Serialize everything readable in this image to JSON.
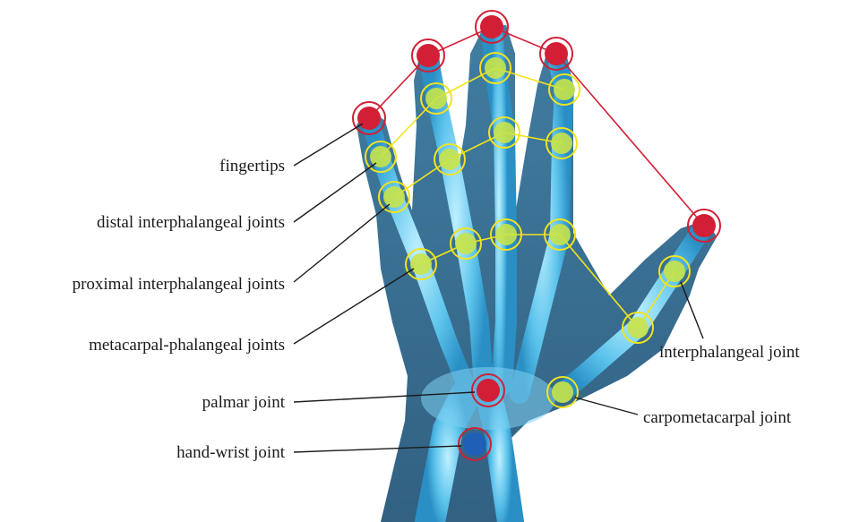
{
  "labels": {
    "fingertips": "fingertips",
    "dip": "distal interphalangeal joints",
    "pip": "proximal interphalangeal joints",
    "mcp": "metacarpal-phalangeal joints",
    "palmar": "palmar joint",
    "wrist": "hand-wrist joint",
    "ip": "interphalangeal joint",
    "cmc": "carpometacarpal joint"
  },
  "colors": {
    "fingertip": "#d21f35",
    "joint": "#c8e34a",
    "wrist": "#1f5fb8",
    "xray": "#3aa8d8",
    "tip_line": "#d21f35",
    "joint_line": "#f2e31c"
  }
}
